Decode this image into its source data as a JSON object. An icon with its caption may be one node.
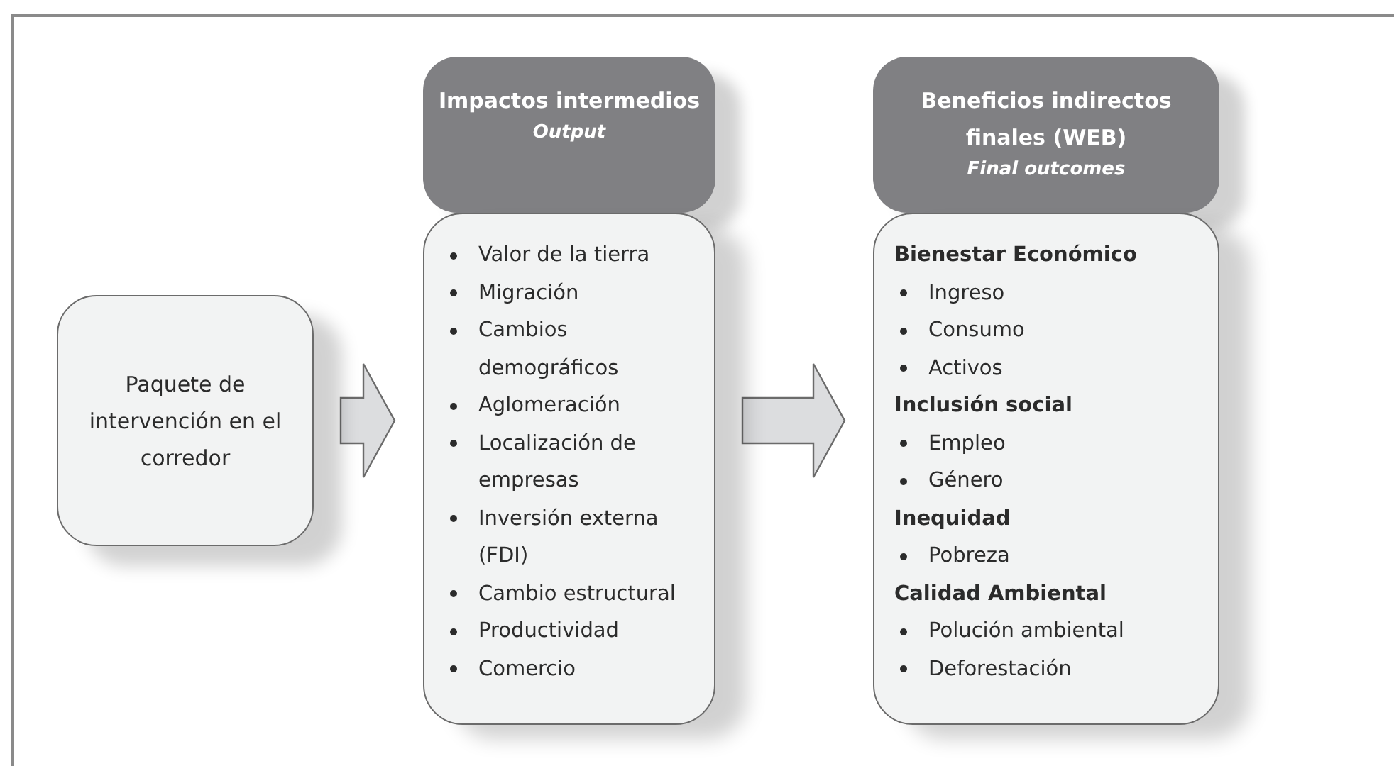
{
  "diagram": {
    "nodes": [
      {
        "text": [
          "Paquete de intervención en el corredor"
        ]
      },
      {
        "text": [
          "Impactos intermedios",
          "Output"
        ]
      },
      {
        "text": [
          "Valor de la tierra",
          "Migración",
          "Cambios demográficos",
          "Aglomeración",
          "Localización de empresas",
          "Inversión externa (FDI)",
          "Cambio estructural",
          "Productividad",
          "Comercio"
        ]
      },
      {
        "text": [
          "Beneficios indirectos finales (WEB)",
          "Final outcomes"
        ]
      },
      {
        "text": [
          "Bienestar Económico",
          "Ingreso",
          "Consumo",
          "Activos",
          "Inclusión social",
          "Empleo",
          "Género",
          "Inequidad",
          "Pobreza",
          "Calidad Ambiental",
          "Polución ambiental",
          "Deforestación"
        ]
      }
    ],
    "edges": [
      {
        "from": 0,
        "to": 2,
        "arrow": "to"
      },
      {
        "from": 2,
        "to": 4,
        "arrow": "to"
      }
    ]
  }
}
